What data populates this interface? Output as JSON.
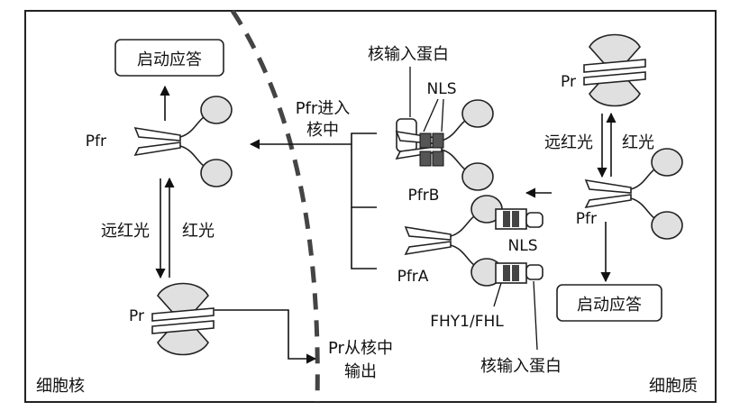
{
  "diagram": {
    "top_caption": "",
    "regions": {
      "nucleus": "细胞核",
      "cytoplasm": "细胞质"
    },
    "labels": {
      "response_left": "启动应答",
      "response_right": "启动应答",
      "pfr_nucleus": "Pfr",
      "pr_nucleus": "Pr",
      "pr_cytoplasm": "Pr",
      "pfr_cytoplasm": "Pfr",
      "pfrB": "PfrB",
      "pfrA": "PfrA",
      "far_red_left": "远红光",
      "red_left": "红光",
      "far_red_right": "远红光",
      "red_right": "红光",
      "pfr_enter_line1": "Pfr进入",
      "pfr_enter_line2": "核中",
      "pr_exit_line1": "Pr从核中",
      "pr_exit_line2": "输出",
      "import_protein_top": "核输入蛋白",
      "import_protein_bottom": "核输入蛋白",
      "nls_top": "NLS",
      "nls_bottom": "NLS",
      "fhy": "FHY1/FHL"
    }
  }
}
